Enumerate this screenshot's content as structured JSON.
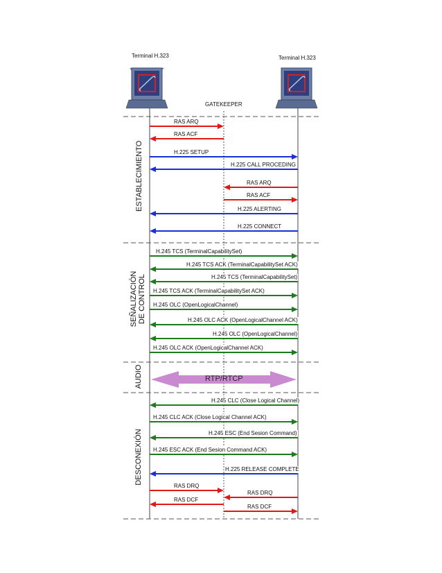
{
  "terminals": {
    "left": "Terminal H.323",
    "right": "Terminal H.323"
  },
  "gatekeeper": "GATEKEEPER",
  "phases": {
    "establecimiento": "ESTABLECIMIENTO",
    "senalizacion_line1": "SEÑALIZACIÓN",
    "senalizacion_line2": "DE CONTROL",
    "audio": "AUDIO",
    "desconexion": "DESCONEXIÓN"
  },
  "colors": {
    "ras": "#e01818",
    "h225": "#1a2fd6",
    "h245": "#1f7a1f",
    "rtp": "#c98ad0"
  },
  "rtp_label": "RTP/RTCP",
  "messages": [
    {
      "label": "RAS ARQ",
      "type": "ras",
      "from": "left",
      "to": "gk"
    },
    {
      "label": "RAS ACF",
      "type": "ras",
      "from": "gk",
      "to": "left"
    },
    {
      "label": "H.225 SETUP",
      "type": "h225",
      "from": "left",
      "to": "right"
    },
    {
      "label": "H.225 CALL PROCEDING",
      "type": "h225",
      "from": "right",
      "to": "left"
    },
    {
      "label": "RAS ARQ",
      "type": "ras",
      "from": "right",
      "to": "gk"
    },
    {
      "label": "RAS ACF",
      "type": "ras",
      "from": "gk",
      "to": "right"
    },
    {
      "label": "H.225 ALERTING",
      "type": "h225",
      "from": "right",
      "to": "left"
    },
    {
      "label": "H.225 CONNECT",
      "type": "h225",
      "from": "right",
      "to": "left"
    },
    {
      "label": "H.245 TCS (TerminalCapabilitySet)",
      "type": "h245",
      "from": "left",
      "to": "right"
    },
    {
      "label": "H.245 TCS ACK (TerminalCapabilitySet ACK)",
      "type": "h245",
      "from": "right",
      "to": "left"
    },
    {
      "label": "H.245 TCS (TerminalCapabilitySet)",
      "type": "h245",
      "from": "right",
      "to": "left"
    },
    {
      "label": "H.245 TCS ACK (TerminalCapabilitySet ACK)",
      "type": "h245",
      "from": "left",
      "to": "right"
    },
    {
      "label": "H.245 OLC (OpenLogicalChannel)",
      "type": "h245",
      "from": "left",
      "to": "right"
    },
    {
      "label": "H.245 OLC ACK (OpenLogicalChannel ACK)",
      "type": "h245",
      "from": "right",
      "to": "left"
    },
    {
      "label": "H.245 OLC (OpenLogicalChannel)",
      "type": "h245",
      "from": "right",
      "to": "left"
    },
    {
      "label": "H.245 OLC ACK (OpenLogicalChannel ACK)",
      "type": "h245",
      "from": "left",
      "to": "right"
    },
    {
      "label": "H.245 CLC (Close Logical Channel)",
      "type": "h245",
      "from": "right",
      "to": "left"
    },
    {
      "label": "H.245 CLC ACK (Close Logical Channel ACK)",
      "type": "h245",
      "from": "left",
      "to": "right"
    },
    {
      "label": "H.245 ESC (End Sesion Command)",
      "type": "h245",
      "from": "right",
      "to": "left"
    },
    {
      "label": "H.245 ESC ACK (End Sesion Command ACK)",
      "type": "h245",
      "from": "left",
      "to": "right"
    },
    {
      "label": "H.225 RELEASE COMPLETE",
      "type": "h225",
      "from": "right",
      "to": "left"
    },
    {
      "label": "RAS DRQ",
      "type": "ras",
      "from": "left",
      "to": "gk"
    },
    {
      "label": "RAS DRQ",
      "type": "ras",
      "from": "right",
      "to": "gk"
    },
    {
      "label": "RAS DCF",
      "type": "ras",
      "from": "gk",
      "to": "left"
    },
    {
      "label": "RAS DCF",
      "type": "ras",
      "from": "gk",
      "to": "right"
    }
  ]
}
